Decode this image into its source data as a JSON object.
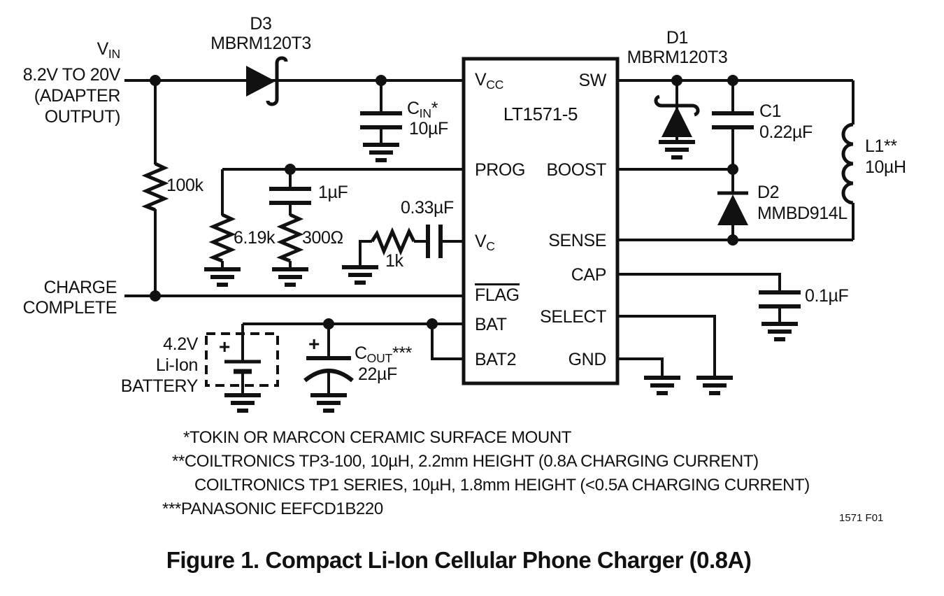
{
  "caption": "Figure 1. Compact Li-Ion Cellular Phone Charger (0.8A)",
  "fig_ref": "1571 F01",
  "input": {
    "v_main": "V",
    "v_sub": "IN",
    "range": "8.2V TO 20V",
    "paren1": "(ADAPTER",
    "paren2": "OUTPUT)"
  },
  "flag_label": {
    "line1": "CHARGE",
    "line2": "COMPLETE"
  },
  "ic": {
    "name": "LT1571-5",
    "pin_vcc_main": "V",
    "pin_vcc_sub": "CC",
    "pin_prog": "PROG",
    "pin_vc_main": "V",
    "pin_vc_sub": "C",
    "pin_flag": "FLAG",
    "pin_bat": "BAT",
    "pin_bat2": "BAT2",
    "pins_right": [
      "SW",
      "BOOST",
      "SENSE",
      "CAP",
      "SELECT",
      "GND"
    ]
  },
  "components": {
    "d3_ref": "D3",
    "d3_part": "MBRM120T3",
    "r_pullup": "100k",
    "cin_main": "C",
    "cin_sub": "IN",
    "cin_star": "*",
    "cin_value": "10µF",
    "c_prog": "1µF",
    "r_prog_a": "6.19k",
    "r_prog_b": "300Ω",
    "c_vc": "0.33µF",
    "r_vc": "1k",
    "battery_v": "4.2V",
    "battery_chem": "Li-Ion",
    "battery_name": "BATTERY",
    "battery_plus": "+",
    "cout_plus": "+",
    "cout_main": "C",
    "cout_sub": "OUT",
    "cout_star": "***",
    "cout_value": "22µF",
    "d1_ref": "D1",
    "d1_part": "MBRM120T3",
    "c1_ref": "C1",
    "c1_value": "0.22µF",
    "d2_ref": "D2",
    "d2_part": "MMBD914L",
    "l1_ref": "L1**",
    "l1_value": "10µH",
    "c_cap": "0.1µF"
  },
  "notes": [
    "*TOKIN OR MARCON CERAMIC SURFACE MOUNT",
    "**COILTRONICS TP3-100, 10µH, 2.2mm HEIGHT (0.8A CHARGING CURRENT)",
    "COILTRONICS TP1 SERIES, 10µH, 1.8mm HEIGHT (<0.5A CHARGING CURRENT)",
    "***PANASONIC EEFCD1B220"
  ],
  "colors": {
    "ic_fill": "#ecc1b9",
    "stroke": "#111111"
  }
}
